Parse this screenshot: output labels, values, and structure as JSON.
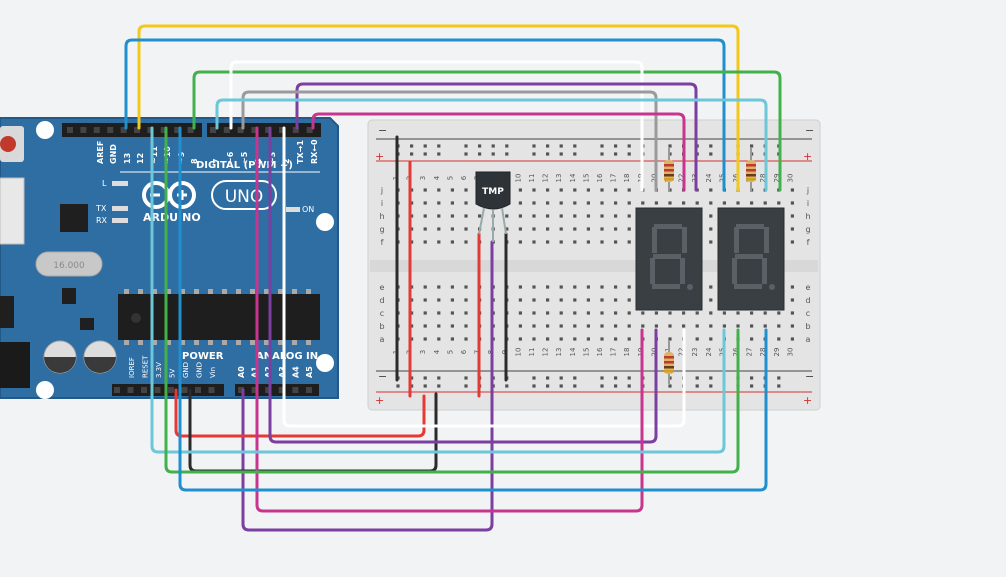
{
  "arduino": {
    "logo_text": "ARDUINO",
    "uno_text": "UNO",
    "digital_label": "DIGITAL (PWM ~)",
    "power_label": "POWER",
    "analog_label": "ANALOG IN",
    "on_label": "ON",
    "l_label": "L",
    "tx_label": "TX",
    "rx_label": "RX",
    "crystal_label": "16.000",
    "digital_pins": [
      "AREF",
      "GND",
      "13",
      "12",
      "~11",
      "~10",
      "~9",
      "8",
      "7",
      "~6",
      "~5",
      "4",
      "~3",
      "2",
      "TX→1",
      "RX←0"
    ],
    "power_pins": [
      "IOREF",
      "RESET",
      "3.3V",
      "5V",
      "GND",
      "GND",
      "Vin"
    ],
    "analog_pins": [
      "A0",
      "A1",
      "A2",
      "A3",
      "A4",
      "A5"
    ]
  },
  "breadboard": {
    "row_letters_top": [
      "j",
      "i",
      "h",
      "g",
      "f"
    ],
    "row_letters_bottom": [
      "e",
      "d",
      "c",
      "b",
      "a"
    ],
    "plus_label": "+",
    "minus_label": "−",
    "column_numbers": [
      "1",
      "2",
      "3",
      "4",
      "5",
      "6",
      "7",
      "8",
      "9",
      "10",
      "11",
      "12",
      "13",
      "14",
      "15",
      "16",
      "17",
      "18",
      "19",
      "20",
      "21",
      "22",
      "23",
      "24",
      "25",
      "26",
      "27",
      "28",
      "29",
      "30"
    ]
  },
  "sensor": {
    "label": "TMP"
  },
  "colors": {
    "board_blue": "#2f6ea3",
    "board_blue_dark": "#245886",
    "breadboard": "#e6e6e6",
    "rail_red": "#d32f2f",
    "wire_red": "#e53935",
    "wire_black": "#2b2b2b",
    "wire_yellow": "#f2c81b",
    "wire_blue": "#1f8fce",
    "wire_green": "#43b14b",
    "wire_white": "#ffffff",
    "wire_grey": "#9a9a9a",
    "wire_purple": "#7b3fa0",
    "wire_cyan": "#6cc7d8",
    "wire_magenta": "#c7358f",
    "display_body": "#3a3f44",
    "segment_off": "#5b6066"
  }
}
